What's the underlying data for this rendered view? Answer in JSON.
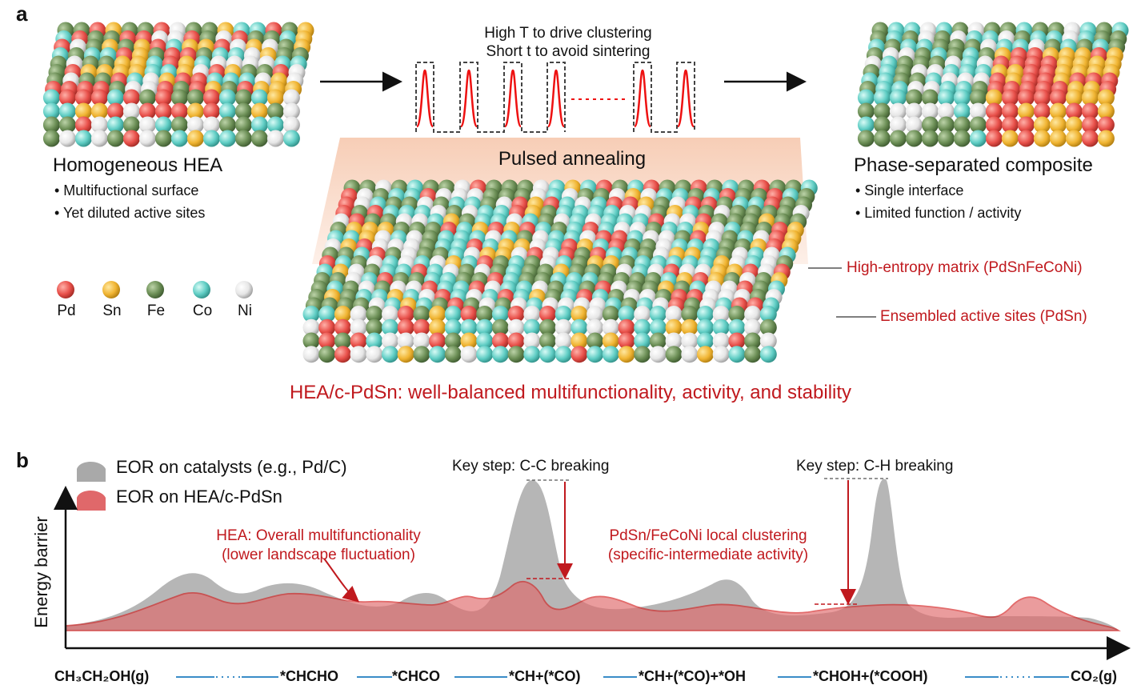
{
  "panel_a": {
    "letter": "a",
    "left": {
      "title": "Homogeneous HEA",
      "bullets": [
        "• Multifuctional surface",
        "• Yet diluted active sites"
      ]
    },
    "pulse_text": [
      "High T to drive clustering",
      "Short t to avoid sintering"
    ],
    "center_title": "Pulsed annealing",
    "right": {
      "title": "Phase-separated composite",
      "bullets": [
        "• Single interface",
        "• Limited function / activity"
      ]
    },
    "elements": [
      {
        "symbol": "Pd",
        "color": "#e8504a"
      },
      {
        "symbol": "Sn",
        "color": "#f0b432"
      },
      {
        "symbol": "Fe",
        "color": "#6b8e55"
      },
      {
        "symbol": "Co",
        "color": "#5fcdc4"
      },
      {
        "symbol": "Ni",
        "color": "#e6e6e6"
      }
    ],
    "callouts": [
      "High-entropy matrix (PdSnFeCoNi)",
      "Ensembled active sites (PdSn)"
    ],
    "caption": "HEA/c-PdSn: well-balanced multifunctionality, activity, and stability"
  },
  "panel_b": {
    "letter": "b",
    "legend": [
      {
        "label": "EOR on catalysts (e.g., Pd/C)",
        "color": "#a9a9a9"
      },
      {
        "label": "EOR on HEA/c-PdSn",
        "color": "#e0686a"
      }
    ],
    "ylabel": "Energy barrier",
    "key_steps": [
      "Key step: C-C breaking",
      "Key step: C-H breaking"
    ],
    "annotations": [
      [
        "HEA: Overall multifunctionality",
        "(lower landscape fluctuation)"
      ],
      [
        "PdSn/FeCoNi local clustering",
        "(specific-intermediate activity)"
      ]
    ],
    "pathway": [
      "CH₃CH₂OH(g)",
      "*CHCHO",
      "*CHCO",
      "*CH+(*CO)",
      "*CH+(*CO)+*OH",
      "*CHOH+(*COOH)",
      "CO₂(g)"
    ]
  },
  "colors": {
    "accent_red": "#c0191e",
    "link_blue": "#3a8cc8"
  }
}
